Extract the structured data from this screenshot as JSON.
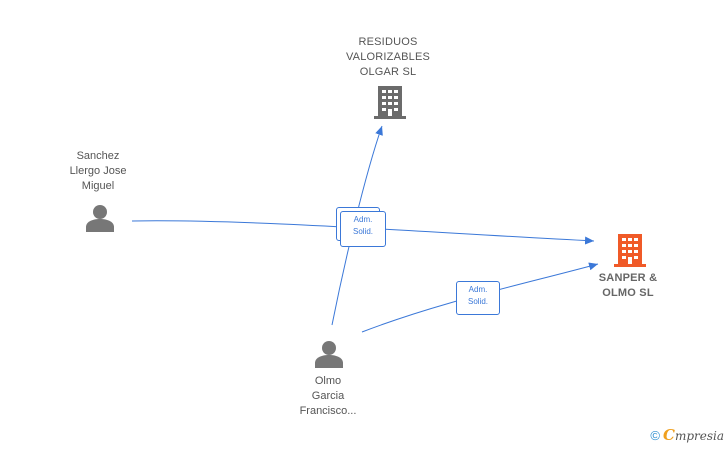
{
  "colors": {
    "edge": "#3b78d8",
    "person_icon": "#777777",
    "company_icon": "#6b6b6b",
    "focus_company_icon": "#f05a28",
    "label": "#555555"
  },
  "nodes": {
    "residuos": {
      "label": "RESIDUOS\nVALORIZABLES\nOLGAR  SL",
      "icon": "building-icon"
    },
    "sanchez": {
      "label": "Sanchez\nLlergo Jose\nMiguel",
      "icon": "person-icon"
    },
    "sanper": {
      "label": "SANPER &\nOLMO  SL",
      "icon": "building-icon"
    },
    "olmo": {
      "label": "Olmo\nGarcia\nFrancisco...",
      "icon": "person-icon"
    }
  },
  "badges": {
    "center": {
      "line1": "Adm.",
      "line2": "Solid."
    },
    "right": {
      "line1": "Adm.",
      "line2": "Solid."
    }
  },
  "watermark": {
    "copyright": "©",
    "brand_first": "C",
    "brand_rest": "mpresia"
  }
}
